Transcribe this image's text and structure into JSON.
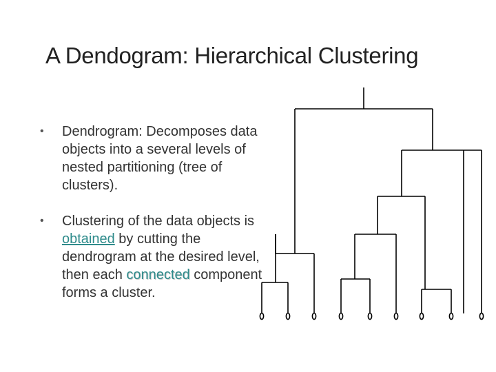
{
  "slide": {
    "title": "A Dendogram: Hierarchical Clustering",
    "bullets": [
      {
        "marker": "•",
        "text": "Dendrogram:  Decomposes data objects into a several levels of nested partitioning (tree of clusters)."
      },
      {
        "marker": "•",
        "before": "Clustering of the data objects is",
        "link": " obtained",
        "middle": " by cutting the dendrogram at the desired level, then each ",
        "highlight": "connected",
        "after": " component forms a cluster."
      }
    ]
  },
  "dendrogram": {
    "leaf_count": 9,
    "line_color": "#000000"
  }
}
